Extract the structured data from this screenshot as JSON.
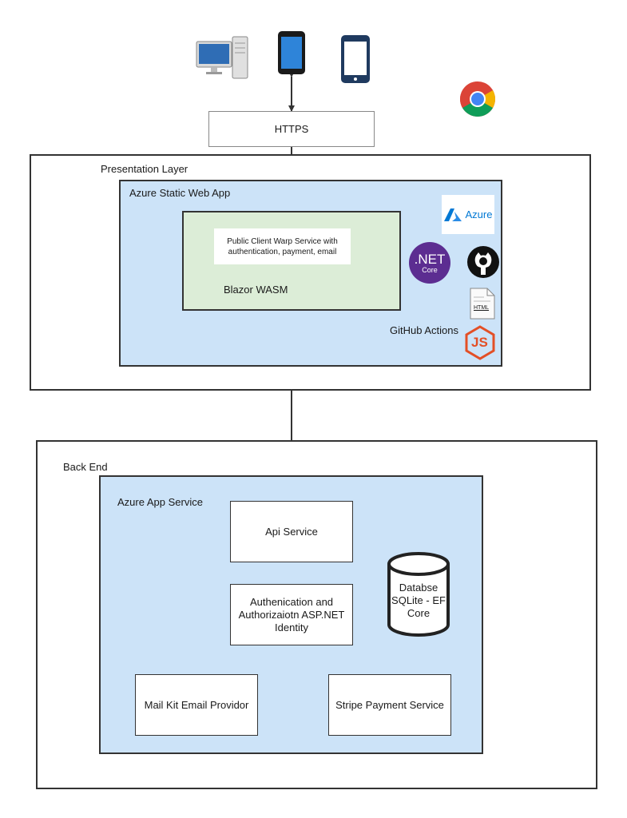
{
  "https": {
    "label": "HTTPS"
  },
  "presentation": {
    "label": "Presentation Layer",
    "static_app": {
      "label": "Azure Static Web App",
      "blazor": {
        "label": "Blazor WASM",
        "service": "Public Client Warp Service with authentication, payment, email"
      },
      "github_actions": "GitHub Actions",
      "azure_logo": "Azure",
      "dotnet_logo": ".NET",
      "dotnet_sub": "Core",
      "html_icon_label": "HTML",
      "js_icon_label": "JS"
    }
  },
  "backend": {
    "label": "Back End",
    "app_service": {
      "label": "Azure App Service",
      "api": "Api Service",
      "auth": "Authenication and Authorizaiotn ASP.NET Identity",
      "database": "Databse SQLite - EF Core",
      "mail": "Mail Kit Email Providor",
      "stripe": "Stripe Payment Service"
    }
  },
  "colors": {
    "layer_fill": "#cce3f8",
    "blazor_fill": "#dcedd7",
    "stroke": "#333333",
    "azure_blue": "#0078d4",
    "dotnet_purple": "#5c2d91",
    "js_red": "#e34f26"
  }
}
